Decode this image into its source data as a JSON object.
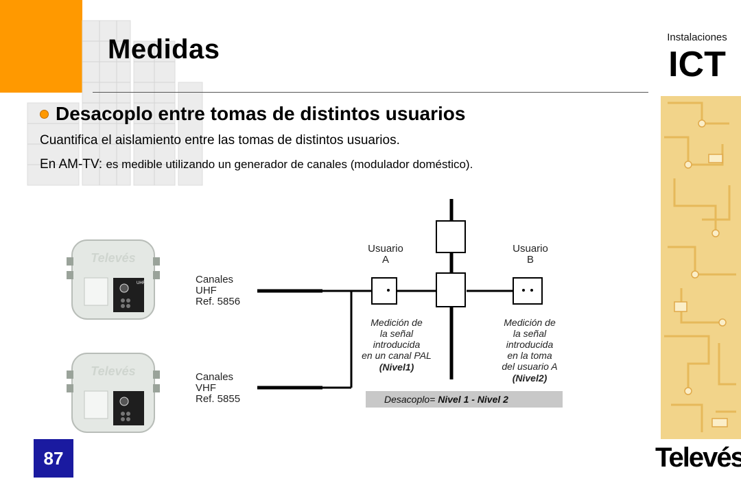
{
  "header": {
    "title": "Medidas",
    "brand_small": "Instalaciones",
    "brand_big": "ICT"
  },
  "section": {
    "subtitle": "Desacoplo entre tomas de distintos usuarios",
    "line1": "Cuantifica el aislamiento entre las tomas de distintos usuarios.",
    "line2_prefix": "En AM-TV: ",
    "line2_rest": "es medible utilizando un generador de canales (modulador doméstico)."
  },
  "devices": {
    "brand_label": "Televés",
    "knob_label_top": "UHF"
  },
  "diagram": {
    "uhf_label": [
      "Canales",
      "UHF",
      "Ref. 5856"
    ],
    "vhf_label": [
      "Canales",
      "VHF",
      "Ref. 5855"
    ],
    "user_a": [
      "Usuario",
      "A"
    ],
    "user_b": [
      "Usuario",
      "B"
    ],
    "note_a": [
      "Medición de",
      "la señal",
      "introducida",
      "en un canal PAL",
      "(Nivel1)"
    ],
    "note_b": [
      "Medición de",
      "la señal",
      "introducida",
      "en la toma",
      "del usuario A",
      "(Nivel2)"
    ],
    "formula_prefix": "Desacoplo= ",
    "formula_rest": "Nivel 1 - Nivel 2"
  },
  "footer": {
    "page_number": "87",
    "logo": "Televés"
  },
  "colors": {
    "accent_orange": "#ff9900",
    "page_badge": "#1a1aa0"
  }
}
